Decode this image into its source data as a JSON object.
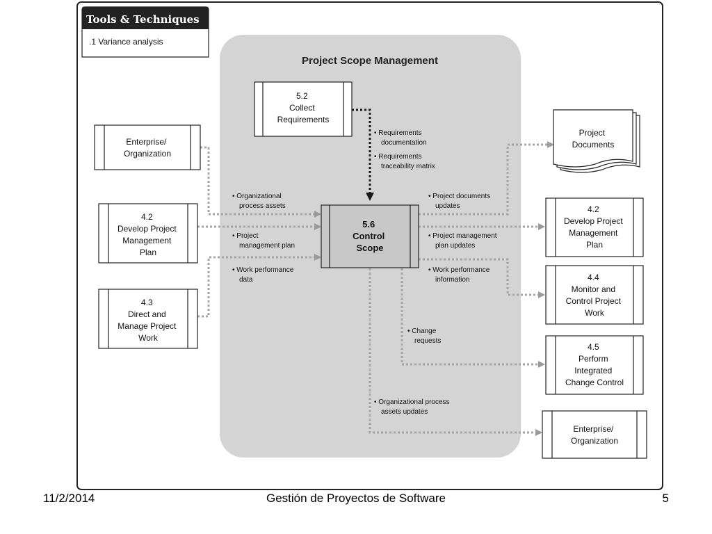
{
  "tools_techniques": {
    "title": "Tools & Techniques",
    "items": [
      ".1 Variance analysis"
    ]
  },
  "group": {
    "title": "Project Scope Management"
  },
  "process": {
    "number": "5.6",
    "name_lines": [
      "Control",
      "Scope"
    ]
  },
  "inputs": [
    {
      "number": "",
      "lines": [
        "Enterprise/",
        "Organization"
      ]
    },
    {
      "number": "4.2",
      "lines": [
        "Develop Project",
        "Management",
        "Plan"
      ]
    },
    {
      "number": "4.3",
      "lines": [
        "Direct and",
        "Manage Project",
        "Work"
      ]
    }
  ],
  "upstream": {
    "number": "5.2",
    "lines": [
      "Collect",
      "Requirements"
    ]
  },
  "outputs": [
    {
      "number": "",
      "lines": [
        "Project",
        "Documents"
      ]
    },
    {
      "number": "4.2",
      "lines": [
        "Develop Project",
        "Management",
        "Plan"
      ]
    },
    {
      "number": "4.4",
      "lines": [
        "Monitor and",
        "Control Project",
        "Work"
      ]
    },
    {
      "number": "4.5",
      "lines": [
        "Perform",
        "Integrated",
        "Change Control"
      ]
    },
    {
      "number": "",
      "lines": [
        "Enterprise/",
        "Organization"
      ]
    }
  ],
  "flow_labels": {
    "requirements": [
      "• Requirements",
      "documentation",
      "• Requirements",
      "traceability matrix"
    ],
    "org_process_assets": [
      "• Organizational",
      "process assets"
    ],
    "pm_plan": [
      "• Project",
      "management plan"
    ],
    "work_perf_data": [
      "• Work performance",
      "data"
    ],
    "project_docs_updates": [
      "• Project documents",
      "updates"
    ],
    "pm_plan_updates": [
      "• Project management",
      "plan updates"
    ],
    "work_perf_info": [
      "• Work performance",
      "information"
    ],
    "change_requests": [
      "• Change",
      "requests"
    ],
    "opa_updates": [
      "• Organizational process",
      "assets updates"
    ]
  },
  "colors": {
    "process_fill": "#c8c8c8",
    "group_fill": "#d4d4d4",
    "arrow": "#a6a6a6",
    "requirements_arrow": "#1a1a1a"
  },
  "footer": {
    "date": "11/2/2014",
    "title": "Gestión de Proyectos de Software",
    "page": "5"
  }
}
